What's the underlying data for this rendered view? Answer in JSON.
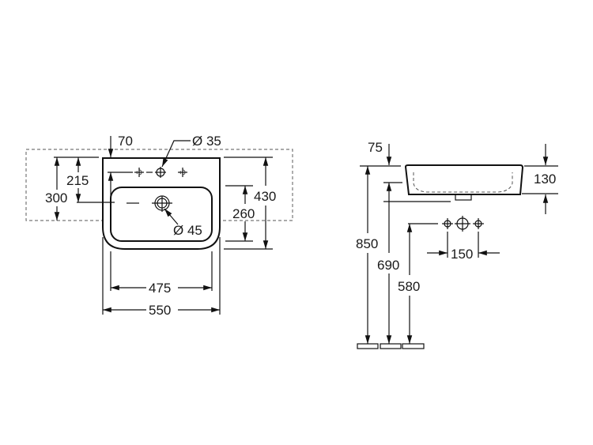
{
  "front_view": {
    "dim_70": "70",
    "dim_tap_hole": "Ø 35",
    "dim_waste": "Ø 45",
    "dim_215": "215",
    "dim_300": "300",
    "dim_430": "430",
    "dim_260": "260",
    "dim_475": "475",
    "dim_550": "550"
  },
  "side_view": {
    "dim_75": "75",
    "dim_130": "130",
    "dim_850": "850",
    "dim_690": "690",
    "dim_580": "580",
    "dim_150": "150"
  }
}
